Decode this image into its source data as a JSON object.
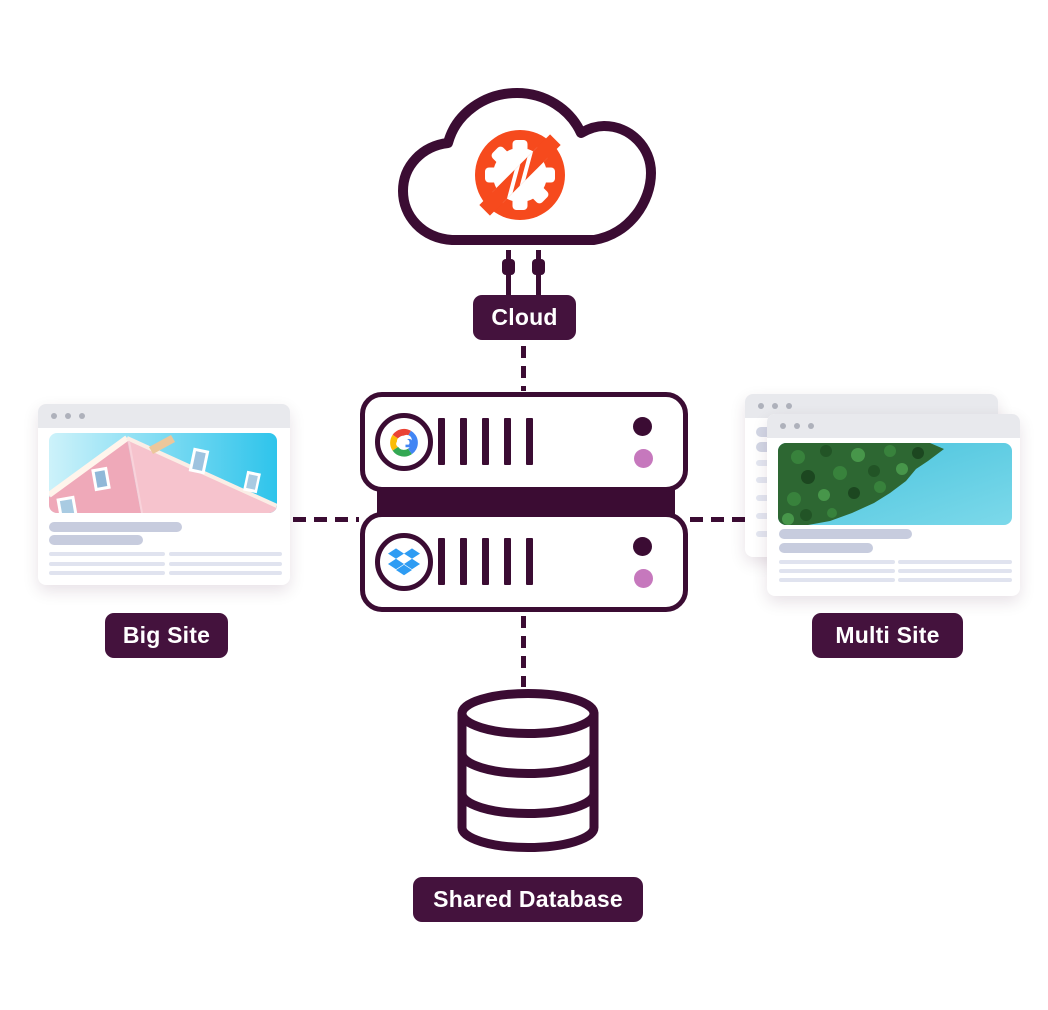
{
  "nodes": {
    "cloud": {
      "label": "Cloud",
      "icon": "gear-bolt-icon"
    },
    "rack": {
      "units": [
        {
          "icon": "google-cloud-logo",
          "slats": 5,
          "led_colors": [
            "#3B0C33",
            "#C678BD"
          ]
        },
        {
          "icon": "dropbox-logo",
          "slats": 5,
          "led_colors": [
            "#3B0C33",
            "#C678BD"
          ]
        }
      ]
    },
    "big_site": {
      "label": "Big Site",
      "hero": "pink-house-photo"
    },
    "multi_site": {
      "label": "Multi Site",
      "hero": "forest-lake-aerial-photo",
      "window_count": 2
    },
    "database": {
      "label": "Shared Database",
      "icon": "database-cylinder-icon"
    }
  },
  "colors": {
    "plum": "#3B0C33",
    "label_bg": "#44123D",
    "orange": "#F64A1D",
    "led_pink": "#C678BD",
    "google_red": "#EA4335",
    "google_blue": "#4285F4",
    "google_yellow": "#FBBC05",
    "google_green": "#34A853",
    "dropbox_blue": "#2E9CF3",
    "sky_cyan": "#2EC4EB",
    "house_pink": "#F0ACBB",
    "water_teal": "#4FC6E0",
    "forest_green": "#2D6732"
  }
}
